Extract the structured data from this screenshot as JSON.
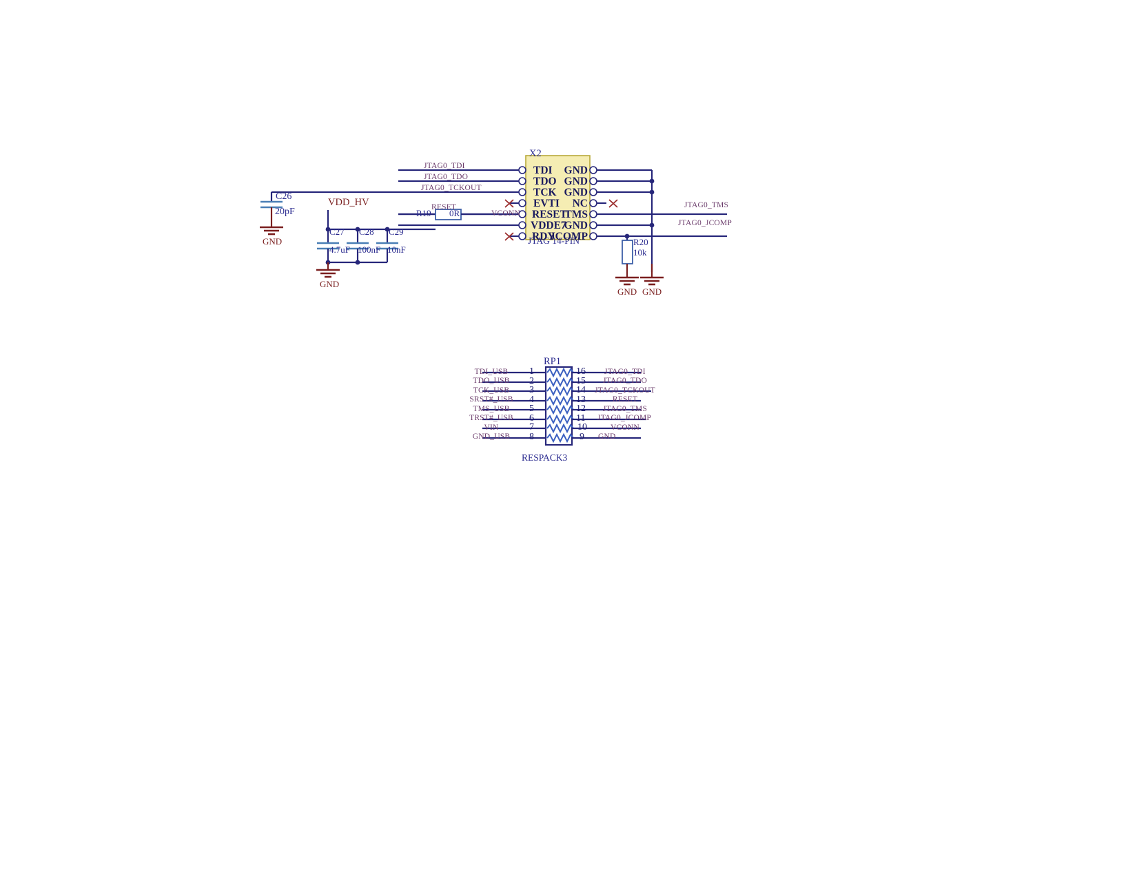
{
  "sheet": {
    "background": "#ffffff",
    "wire_color": "#26267a",
    "net_label_color": "#6b3c6b",
    "part_color": "#2b2b8f",
    "gnd_color": "#7a1f1f",
    "body_fill": "#f5edb3",
    "body_border": "#b8a93a"
  },
  "connector_x2": {
    "designator": "X2",
    "footprint": "JTAG 14-PIN",
    "left_pins": [
      "TDI",
      "TDO",
      "TCK",
      "EVTI",
      "RESET",
      "VDDE7",
      "RDY"
    ],
    "right_pins": [
      "GND",
      "GND",
      "GND",
      "NC",
      "TMS",
      "GND",
      "JCOMP"
    ],
    "left_nets": [
      "JTAG0_TDI",
      "JTAG0_TDO",
      "JTAG0_TCKOUT",
      "",
      "RESET",
      "VCONN",
      ""
    ],
    "right_nets": [
      "",
      "",
      "",
      "",
      "JTAG0_TMS",
      "",
      "JTAG0_JCOMP"
    ],
    "no_connect_pins": [
      "EVTI",
      "NC",
      "RDY"
    ]
  },
  "nets": {
    "jtag0_tdi": "JTAG0_TDI",
    "jtag0_tdo": "JTAG0_TDO",
    "jtag0_tckout": "JTAG0_TCKOUT",
    "reset": "RESET",
    "vconn": "VCONN",
    "jtag0_tms": "JTAG0_TMS",
    "jtag0_jcomp": "JTAG0_JCOMP",
    "vdd_hv": "VDD_HV",
    "gnd": "GND"
  },
  "capacitors": [
    {
      "designator": "C26",
      "value": "20pF"
    },
    {
      "designator": "C27",
      "value": "4.7uF"
    },
    {
      "designator": "C28",
      "value": "100nF"
    },
    {
      "designator": "C29",
      "value": "10nF"
    }
  ],
  "resistors": [
    {
      "designator": "R19",
      "value": "0R"
    },
    {
      "designator": "R20",
      "value": "10k"
    }
  ],
  "gnd_symbols": [
    {
      "id": "gnd-c26",
      "label": "GND"
    },
    {
      "id": "gnd-decoupling",
      "label": "GND"
    },
    {
      "id": "gnd-r20",
      "label": "GND"
    },
    {
      "id": "gnd-bus",
      "label": "GND"
    }
  ],
  "respack_rp1": {
    "designator": "RP1",
    "footprint": "RESPACK3",
    "left_pin_numbers": [
      "1",
      "2",
      "3",
      "4",
      "5",
      "6",
      "7",
      "8"
    ],
    "right_pin_numbers": [
      "16",
      "15",
      "14",
      "13",
      "12",
      "11",
      "10",
      "9"
    ],
    "left_nets": [
      "TDI_USB",
      "TDO_USB",
      "TCK_USB",
      "SRST#_USB",
      "TMS_USB",
      "TRST#_USB",
      "VIN",
      "GND_USB"
    ],
    "right_nets": [
      "JTAG0_TDI",
      "JTAG0_TDO",
      "JTAG0_TCKOUT",
      "RESET",
      "JTAG0_TMS",
      "JTAG0_JCOMP",
      "VCONN",
      "GND"
    ]
  }
}
